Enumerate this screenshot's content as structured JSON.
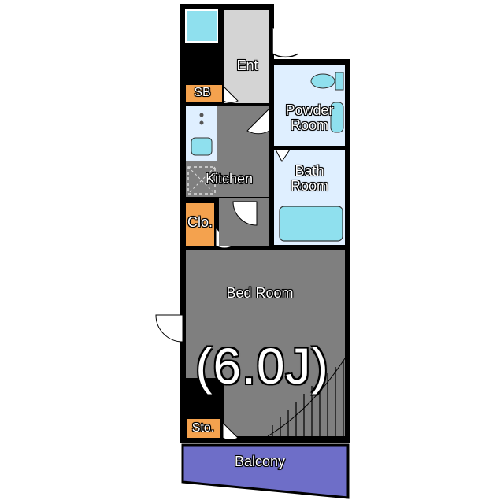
{
  "rooms": {
    "entrance": "Ent",
    "shoe_box": "SB",
    "powder_room": "Powder\nRoom",
    "kitchen": "Kitchen",
    "bath_room": "Bath\nRoom",
    "closet": "Clo.",
    "bed_room": "Bed Room",
    "bed_room_size": "(6.0J)",
    "storage": "Sto.",
    "balcony": "Balcony"
  },
  "colors": {
    "wall": "#000000",
    "floor_grey": "#7f7f7f",
    "entrance_floor": "#d4d4d4",
    "wet_area": "#dfefff",
    "fixture": "#8fe0ee",
    "storage_orange": "#f4a24e",
    "balcony": "#6e6ec8"
  }
}
